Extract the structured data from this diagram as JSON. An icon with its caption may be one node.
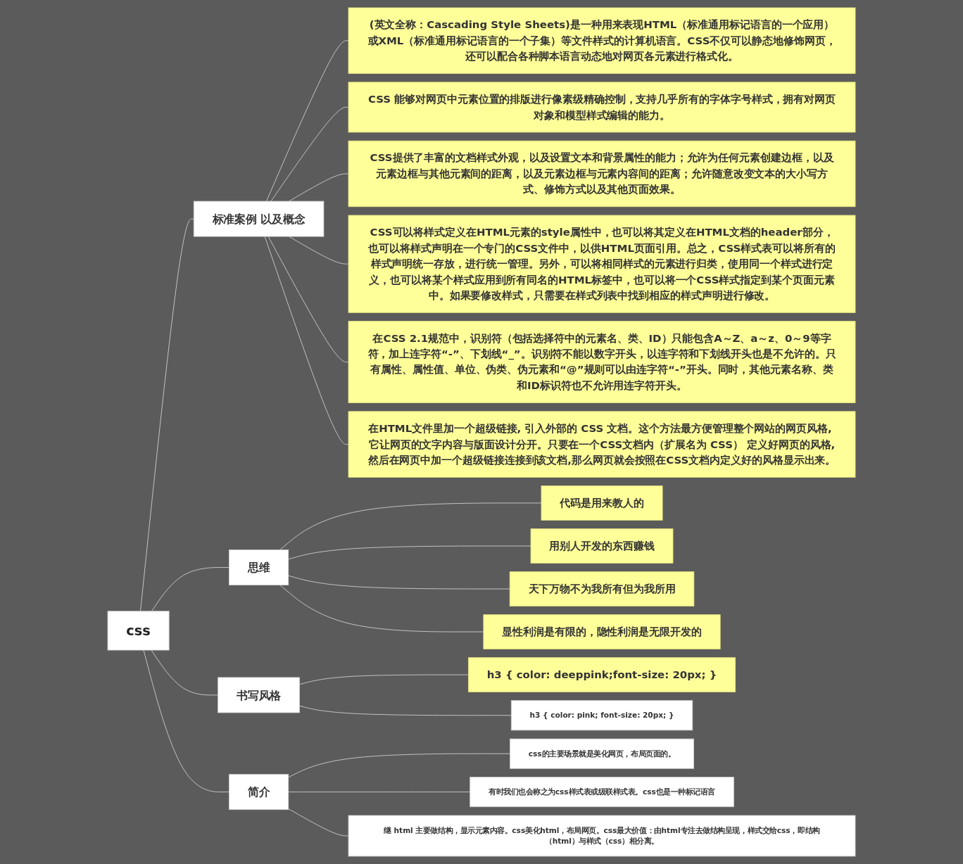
{
  "diagram": {
    "nodes": [
      {
        "text": [
          "css"
        ]
      },
      {
        "text": [
          "标准案例  以及概念"
        ]
      },
      {
        "text": [
          "(英文全称：Cascading Style Sheets)是一种用来表现HTML（标准通用标记语言的一个应用）或XML（标准通用标记语言的一个子集）等文件样式的计算机语言。CSS不仅可以静态地修饰网页，还可以配合各种脚本语言动态地对网页各元素进行格式化。"
        ]
      },
      {
        "text": [
          "CSS 能够对网页中元素位置的排版进行像素级精确控制，支持几乎所有的字体字号样式，拥有对网页对象和模型样式编辑的能力。"
        ]
      },
      {
        "text": [
          "CSS提供了丰富的文档样式外观，以及设置文本和背景属性的能力；允许为任何元素创建边框，以及元素边框与其他元素间的距离，以及元素边框与元素内容间的距离；允许随意改变文本的大小写方式、修饰方式以及其他页面效果。"
        ]
      },
      {
        "text": [
          "CSS可以将样式定义在HTML元素的style属性中，也可以将其定义在HTML文档的header部分，也可以将样式声明在一个专门的CSS文件中，以供HTML页面引用。总之，CSS样式表可以将所有的样式声明统一存放，进行统一管理。另外，可以将相同样式的元素进行归类，使用同一个样式进行定义，也可以将某个样式应用到所有同名的HTML标签中，也可以将一个CSS样式指定到某个页面元素中。如果要修改样式，只需要在样式列表中找到相应的样式声明进行修改。"
        ]
      },
      {
        "text": [
          "在CSS 2.1规范中，识别符（包括选择符中的元素名、类、ID）只能包含A～Z、a～z、0～9等字符，加上连字符“-”、下划线“_”。识别符不能以数字开头，以连字符和下划线开头也是不允许的。只有属性、属性值、单位、伪类、伪元素和“@”规则可以由连字符“-”开头。同时，其他元素名称、类和ID标识符也不允许用连字符开头。"
        ]
      },
      {
        "text": [
          "在HTML文件里加一个超级链接, 引入外部的 CSS 文档。这个方法最方便管理整个网站的网页风格, 它让网页的文字内容与版面设计分开。只要在一个CSS文档内（扩展名为 CSS） 定义好网页的风格,然后在网页中加一个超级链接连接到该文档,那么网页就会按照在CSS文档内定义好的风格显示出来。"
        ]
      },
      {
        "text": [
          "思维"
        ]
      },
      {
        "text": [
          "代码是用来教人的"
        ]
      },
      {
        "text": [
          "用别人开发的东西赚钱"
        ]
      },
      {
        "text": [
          "天下万物不为我所有但为我所用"
        ]
      },
      {
        "text": [
          "显性利润是有限的，隐性利润是无限开发的"
        ]
      },
      {
        "text": [
          "书写风格"
        ]
      },
      {
        "text": [
          "h3 { color: deeppink;font-size: 20px; }"
        ]
      },
      {
        "text": [
          "h3 { color: pink; font-size: 20px; }"
        ]
      },
      {
        "text": [
          "简介"
        ]
      },
      {
        "text": [
          "css的主要场景就是美化网页，布局页面的。"
        ]
      },
      {
        "text": [
          "有时我们也会称之为css样式表或级联样式表。css也是一种标记语言"
        ]
      },
      {
        "text": [
          "继 html 主要做结构，显示元素内容。css美化html，布局网页。css最大价值：由html专注去做结构呈现，样式交给css，即结构（html）与样式（css）相分离。"
        ]
      }
    ],
    "edges": [
      {
        "from": 0,
        "to": 1,
        "arrow": "none"
      },
      {
        "from": 1,
        "to": 2,
        "arrow": "none"
      },
      {
        "from": 1,
        "to": 3,
        "arrow": "none"
      },
      {
        "from": 1,
        "to": 4,
        "arrow": "none"
      },
      {
        "from": 1,
        "to": 5,
        "arrow": "none"
      },
      {
        "from": 1,
        "to": 6,
        "arrow": "none"
      },
      {
        "from": 1,
        "to": 7,
        "arrow": "none"
      },
      {
        "from": 0,
        "to": 8,
        "arrow": "none"
      },
      {
        "from": 8,
        "to": 9,
        "arrow": "none"
      },
      {
        "from": 8,
        "to": 10,
        "arrow": "none"
      },
      {
        "from": 8,
        "to": 11,
        "arrow": "none"
      },
      {
        "from": 8,
        "to": 12,
        "arrow": "none"
      },
      {
        "from": 0,
        "to": 13,
        "arrow": "none"
      },
      {
        "from": 13,
        "to": 14,
        "arrow": "none"
      },
      {
        "from": 13,
        "to": 15,
        "arrow": "none"
      },
      {
        "from": 0,
        "to": 16,
        "arrow": "none"
      },
      {
        "from": 16,
        "to": 17,
        "arrow": "none"
      },
      {
        "from": 16,
        "to": 18,
        "arrow": "none"
      },
      {
        "from": 16,
        "to": 19,
        "arrow": "none"
      }
    ]
  }
}
